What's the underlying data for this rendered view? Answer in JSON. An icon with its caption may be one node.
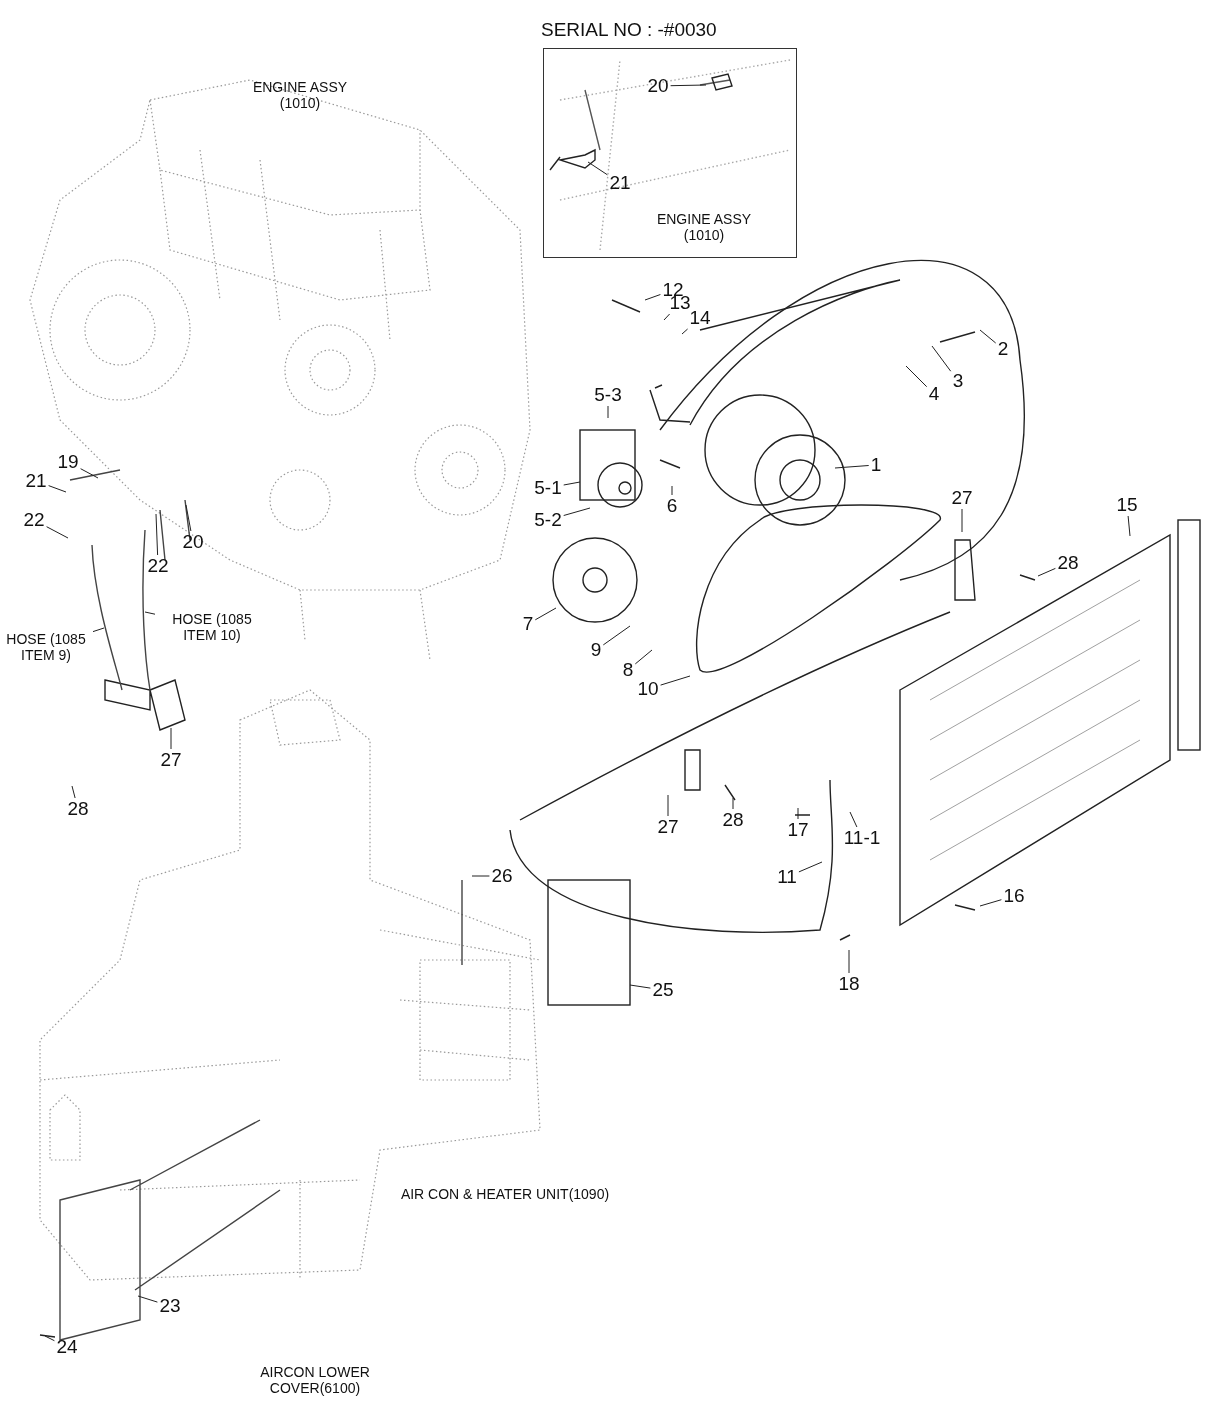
{
  "diagram": {
    "nodes": [
      {
        "text": [
          "SERIAL NO : -#0030"
        ]
      },
      {
        "text": [
          "20"
        ],
        "in": 0
      },
      {
        "text": [
          "21"
        ],
        "in": 0
      },
      {
        "text": [
          "12"
        ]
      },
      {
        "text": [
          "13"
        ]
      },
      {
        "text": [
          "14"
        ]
      },
      {
        "text": [
          "2"
        ]
      },
      {
        "text": [
          "3"
        ]
      },
      {
        "text": [
          "4"
        ]
      },
      {
        "text": [
          "5-3"
        ]
      },
      {
        "text": [
          "19"
        ]
      },
      {
        "text": [
          "21"
        ]
      },
      {
        "text": [
          "1"
        ]
      },
      {
        "text": [
          "5-1"
        ]
      },
      {
        "text": [
          "6"
        ]
      },
      {
        "text": [
          "27"
        ]
      },
      {
        "text": [
          "15"
        ]
      },
      {
        "text": [
          "5-2"
        ]
      },
      {
        "text": [
          "22"
        ]
      },
      {
        "text": [
          "20"
        ]
      },
      {
        "text": [
          "22"
        ]
      },
      {
        "text": [
          "28"
        ]
      },
      {
        "text": [
          "7"
        ]
      },
      {
        "text": [
          "HOSE (1085 ITEM 10)"
        ]
      },
      {
        "text": [
          "HOSE (1085 ITEM 9)"
        ]
      },
      {
        "text": [
          "9"
        ]
      },
      {
        "text": [
          "8"
        ]
      },
      {
        "text": [
          "10"
        ]
      },
      {
        "text": [
          "27"
        ]
      },
      {
        "text": [
          "28"
        ]
      },
      {
        "text": [
          "27"
        ]
      },
      {
        "text": [
          "28"
        ]
      },
      {
        "text": [
          "17"
        ]
      },
      {
        "text": [
          "11-1"
        ]
      },
      {
        "text": [
          "11"
        ]
      },
      {
        "text": [
          "26"
        ]
      },
      {
        "text": [
          "16"
        ]
      },
      {
        "text": [
          "18"
        ]
      },
      {
        "text": [
          "25"
        ]
      },
      {
        "text": [
          "23"
        ]
      },
      {
        "text": [
          "24"
        ]
      }
    ],
    "edges": [
      {
        "from": 1,
        "to": null,
        "arrow": "none"
      },
      {
        "from": 2,
        "to": null,
        "arrow": "none"
      },
      {
        "from": 3,
        "to": null,
        "arrow": "none"
      },
      {
        "from": 4,
        "to": null,
        "arrow": "none"
      },
      {
        "from": 5,
        "to": null,
        "arrow": "none"
      },
      {
        "from": 6,
        "to": null,
        "arrow": "none"
      },
      {
        "from": 7,
        "to": null,
        "arrow": "none"
      },
      {
        "from": 8,
        "to": null,
        "arrow": "none"
      },
      {
        "from": 9,
        "to": null,
        "arrow": "none"
      },
      {
        "from": 10,
        "to": null,
        "arrow": "none"
      },
      {
        "from": 11,
        "to": null,
        "arrow": "none"
      },
      {
        "from": 12,
        "to": null,
        "arrow": "none"
      },
      {
        "from": 13,
        "to": null,
        "arrow": "none"
      },
      {
        "from": 14,
        "to": null,
        "arrow": "none"
      },
      {
        "from": 15,
        "to": null,
        "arrow": "none"
      },
      {
        "from": 16,
        "to": null,
        "arrow": "none"
      },
      {
        "from": 17,
        "to": null,
        "arrow": "none"
      },
      {
        "from": 18,
        "to": null,
        "arrow": "none"
      },
      {
        "from": 19,
        "to": null,
        "arrow": "none"
      },
      {
        "from": 20,
        "to": null,
        "arrow": "none"
      },
      {
        "from": 21,
        "to": null,
        "arrow": "none"
      },
      {
        "from": 22,
        "to": null,
        "arrow": "none"
      },
      {
        "from": 23,
        "to": null,
        "arrow": "none"
      },
      {
        "from": 24,
        "to": null,
        "arrow": "none"
      },
      {
        "from": 25,
        "to": null,
        "arrow": "none"
      },
      {
        "from": 26,
        "to": null,
        "arrow": "none"
      },
      {
        "from": 27,
        "to": null,
        "arrow": "none"
      },
      {
        "from": 28,
        "to": null,
        "arrow": "none"
      },
      {
        "from": 29,
        "to": null,
        "arrow": "none"
      },
      {
        "from": 30,
        "to": null,
        "arrow": "none"
      },
      {
        "from": 31,
        "to": null,
        "arrow": "none"
      },
      {
        "from": 32,
        "to": null,
        "arrow": "none"
      },
      {
        "from": 33,
        "to": null,
        "arrow": "none"
      },
      {
        "from": 34,
        "to": null,
        "arrow": "none"
      },
      {
        "from": 35,
        "to": null,
        "arrow": "none"
      },
      {
        "from": 36,
        "to": null,
        "arrow": "none"
      },
      {
        "from": 37,
        "to": null,
        "arrow": "none"
      },
      {
        "from": 38,
        "to": null,
        "arrow": "none"
      },
      {
        "from": 39,
        "to": null,
        "arrow": "none"
      },
      {
        "from": 40,
        "to": null,
        "arrow": "none"
      }
    ],
    "labels": [
      "ENGINE ASSY (1010)",
      "ENGINE ASSY (1010)",
      "AIR CON & HEATER UNIT(1090)",
      "AIRCON LOWER COVER(6100)"
    ]
  }
}
